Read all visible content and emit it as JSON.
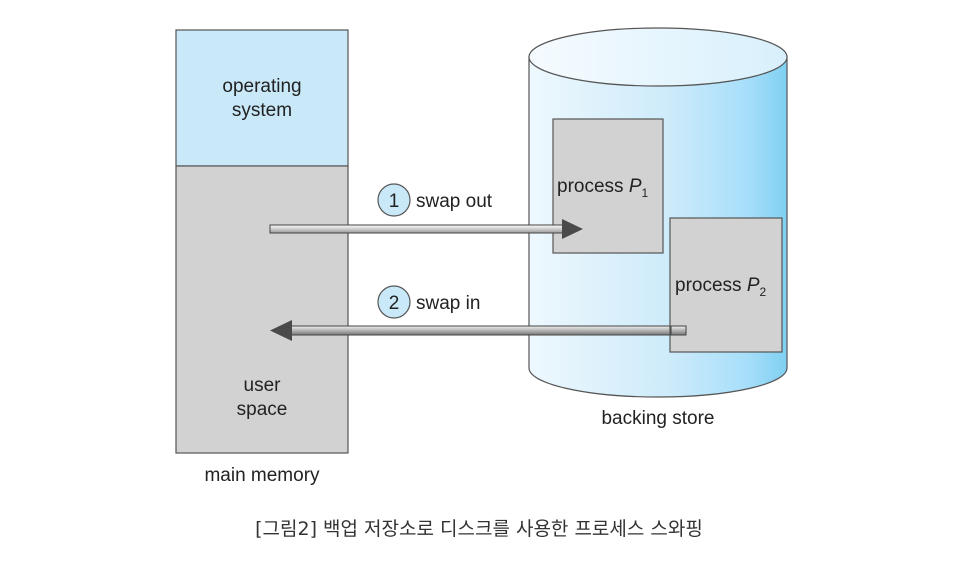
{
  "main_memory": {
    "os_label": "operating\nsystem",
    "user_label": "user\nspace",
    "caption": "main memory",
    "os_color": "#c9e8f8",
    "user_color": "#d2d2d2"
  },
  "backing_store": {
    "caption": "backing store",
    "color_light": "#e6f5fd",
    "color_dark": "#7fd0f2"
  },
  "processes": {
    "p1_name": "process",
    "p1_var": "P",
    "p1_sub": "1",
    "p2_name": "process",
    "p2_var": "P",
    "p2_sub": "2"
  },
  "steps": {
    "step1_num": "1",
    "step1_label": "swap out",
    "step2_num": "2",
    "step2_label": "swap in"
  },
  "figure_caption": "[그림2] 백업 저장소로 디스크를 사용한 프로세스 스와핑"
}
